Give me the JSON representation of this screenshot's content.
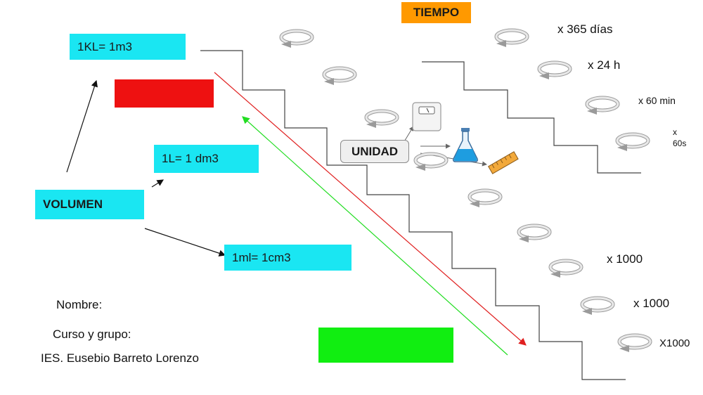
{
  "titles": {
    "tiempo": "TIEMPO",
    "volumen": "VOLUMEN",
    "unidad": "UNIDAD"
  },
  "volume_boxes": {
    "kl": "1KL= 1m3",
    "l": "1L= 1 dm3",
    "ml": "1ml= 1cm3"
  },
  "time_factors": [
    "x 365 días",
    "x 24 h",
    "x 60 min",
    "x",
    "60s"
  ],
  "lower_factors": [
    "x 1000",
    "x 1000",
    "X1000"
  ],
  "footer": {
    "nombre": "Nombre:",
    "curso": "Curso y grupo:",
    "school": "IES. Eusebio Barreto Lorenzo"
  },
  "colors": {
    "cyan": "#1ae6f2",
    "orange": "#ff9900",
    "red_box": "#ee1111",
    "green_box": "#11ee11",
    "arrow_down": "#e02020",
    "arrow_up": "#22dd22"
  },
  "icons": [
    "scale-icon",
    "flask-icon",
    "ruler-icon",
    "curved-arrow-icon"
  ]
}
